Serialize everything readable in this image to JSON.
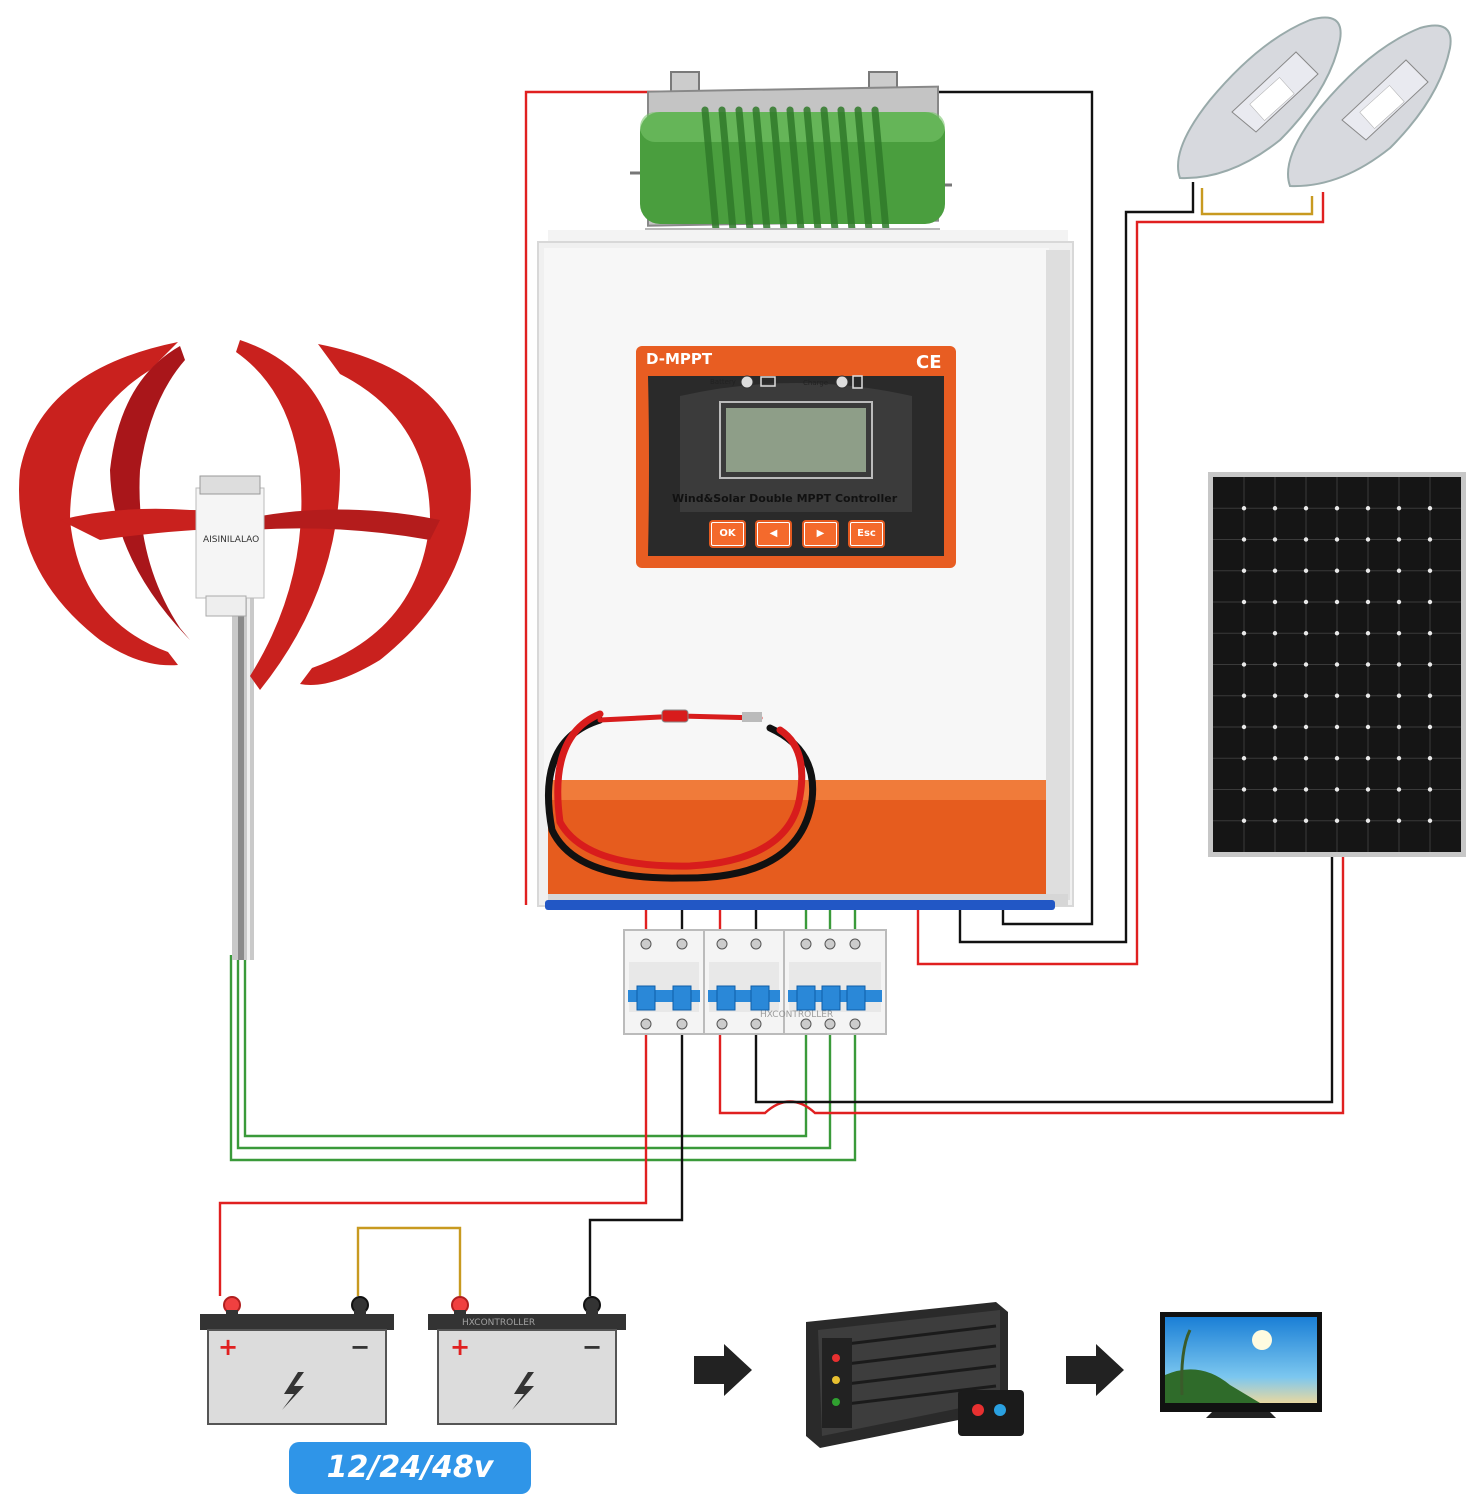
{
  "controller": {
    "model": "D-MPPT",
    "certification": "CE",
    "battery_indicator_label": "Battery",
    "charge_indicator_label": "Charge",
    "name": "Wind&Solar Double MPPT Controller",
    "buttons": [
      "OK",
      "◀",
      "▶",
      "Esc"
    ]
  },
  "turbine": {
    "brand": "AISINILALAO"
  },
  "watermarks": [
    "HXCONTROLLER",
    "HXCONTROLLER"
  ],
  "battery_bank": {
    "voltage_label": "12/24/48v",
    "positive": "+",
    "negative": "−"
  },
  "colors": {
    "wire_positive": "#e02020",
    "wire_negative": "#111111",
    "wire_ac": "#3a9a3a",
    "wire_link": "#c89a20",
    "controller_accent": "#e85d22",
    "badge": "#2f95e8"
  },
  "icons": [
    "wind-turbine-icon",
    "dump-load-resistor-icon",
    "street-lamp-icon",
    "solar-panel-icon",
    "breaker-icon",
    "battery-icon",
    "inverter-icon",
    "tv-icon",
    "arrow-right-icon"
  ]
}
